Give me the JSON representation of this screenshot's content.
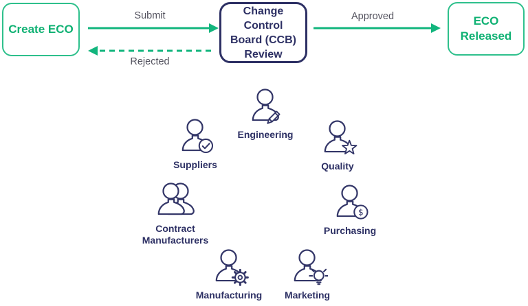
{
  "colors": {
    "green": "#12b57d",
    "navy": "#2d3064",
    "gray": "#53525e"
  },
  "flow": {
    "create_label": "Create ECO",
    "ccb_label": "Change\nControl\nBoard (CCB)\nReview",
    "released_label": "ECO\nReleased",
    "submit_label": "Submit",
    "approved_label": "Approved",
    "rejected_label": "Rejected"
  },
  "stakeholders": [
    {
      "label": "Engineering",
      "icon": "person-pencil-icon"
    },
    {
      "label": "Suppliers",
      "icon": "person-check-icon"
    },
    {
      "label": "Quality",
      "icon": "person-star-icon"
    },
    {
      "label": "Contract\nManufacturers",
      "icon": "two-person-icon"
    },
    {
      "label": "Purchasing",
      "icon": "person-dollar-icon"
    },
    {
      "label": "Manufacturing",
      "icon": "person-gear-icon"
    },
    {
      "label": "Marketing",
      "icon": "person-lightbulb-icon"
    }
  ]
}
